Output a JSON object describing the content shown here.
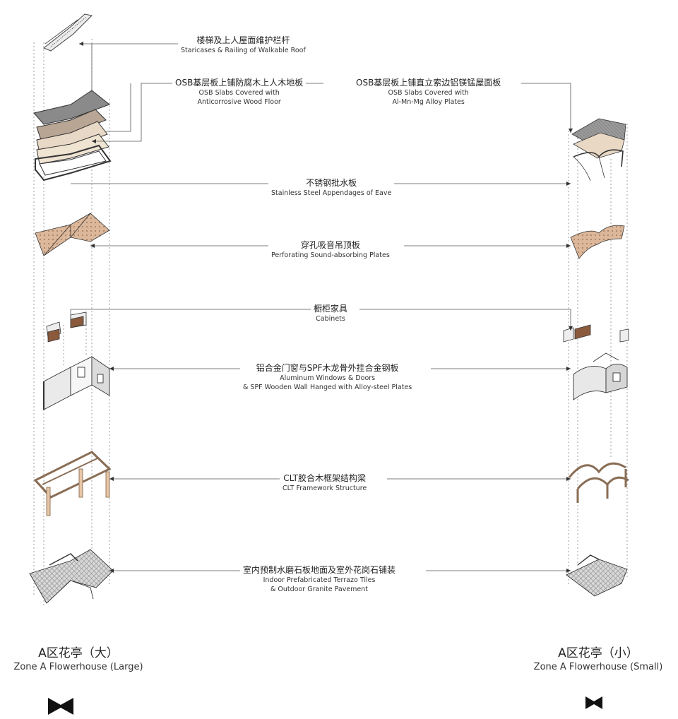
{
  "layers": [
    {
      "cn": "楼梯及上人屋面维护栏杆",
      "en": [
        "Staricases & Railing of Walkable Roof"
      ]
    },
    {
      "cn": "OSB基层板上铺防腐木上人木地板",
      "en": [
        "OSB Slabs Covered with",
        "Anticorrosive Wood Floor"
      ]
    },
    {
      "cn": "OSB基层板上铺直立索边铝镁锰屋面板",
      "en": [
        "OSB Slabs Covered with",
        "Al-Mn-Mg Alloy Plates"
      ]
    },
    {
      "cn": "不锈钢批水板",
      "en": [
        "Stainless Steel Appendages of Eave"
      ]
    },
    {
      "cn": "穿孔吸音吊顶板",
      "en": [
        "Perforating Sound-absorbing Plates"
      ]
    },
    {
      "cn": "橱柜家具",
      "en": [
        "Cabinets"
      ]
    },
    {
      "cn": "铝合金门窗与SPF木龙骨外挂合金钢板",
      "en": [
        "Aluminum Windows & Doors",
        "& SPF Wooden Wall Hanged with Alloy-steel Plates"
      ]
    },
    {
      "cn": "CLT胶合木框架结构梁",
      "en": [
        "CLT Framework Structure"
      ]
    },
    {
      "cn": "室内预制水磨石板地面及室外花岗石铺装",
      "en": [
        "Indoor Prefabricated Terrazo Tiles",
        "& Outdoor Granite Pavement"
      ]
    }
  ],
  "zones": {
    "large": {
      "cn": "A区花亭（大）",
      "en": "Zone A Flowerhouse (Large)"
    },
    "small": {
      "cn": "A区花亭（小）",
      "en": "Zone A Flowerhouse (Small)"
    }
  },
  "colors": {
    "line": "#555555",
    "dash": "#777777",
    "wood": "#e3c7a8",
    "wood_dark": "#b59577",
    "cabinet": "#8b5a3c",
    "grey": "#888888",
    "light": "#e6e6e6",
    "frame": "#e0bfa0"
  },
  "icons": [
    "logo-mark-icon"
  ]
}
